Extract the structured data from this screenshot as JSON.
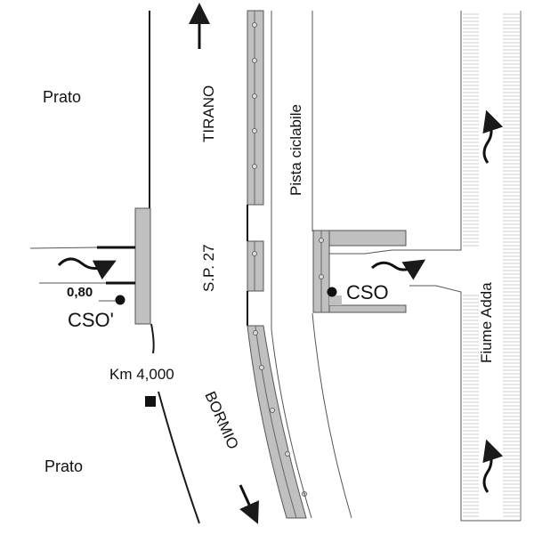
{
  "labels": {
    "prato_top": "Prato",
    "prato_bottom": "Prato",
    "tirano": "TIRANO",
    "road": "S.P. 27",
    "bormio": "BORMIO",
    "bike_path": "Pista ciclabile",
    "river": "Fiume Adda",
    "cso": "CSO",
    "cso_prime": "CSO'",
    "depth": "0,80",
    "km_marker": "Km 4,000"
  },
  "colors": {
    "line": "#1a1a1a",
    "fill_gray": "#c0c0c0",
    "thin_gray": "#777777",
    "hatch": "#9a9a9a"
  }
}
